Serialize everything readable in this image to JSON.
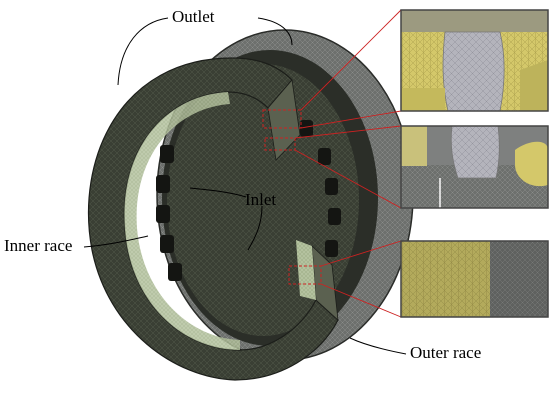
{
  "labels": {
    "outlet": "Outlet",
    "inlet": "Inlet",
    "inner_race": "Inner race",
    "outer_race": "Outer race"
  },
  "colors": {
    "mesh_body": "#3a3f34",
    "mesh_light": "#8b9879",
    "mesh_dark": "#1c1e1a",
    "inner_band": "#a8b792",
    "gray_face": "#6d706d",
    "inset_border": "#444444",
    "callout_line": "#cc2222",
    "inset_yellow": "#d4c86a",
    "inset_gray": "#b4b4bc"
  },
  "insets": [
    {
      "name": "inset-top",
      "description_icon": "mesh-detail-cage-top"
    },
    {
      "name": "inset-middle",
      "description_icon": "mesh-detail-roller-gap"
    },
    {
      "name": "inset-bottom",
      "description_icon": "mesh-detail-race-surface"
    }
  ]
}
